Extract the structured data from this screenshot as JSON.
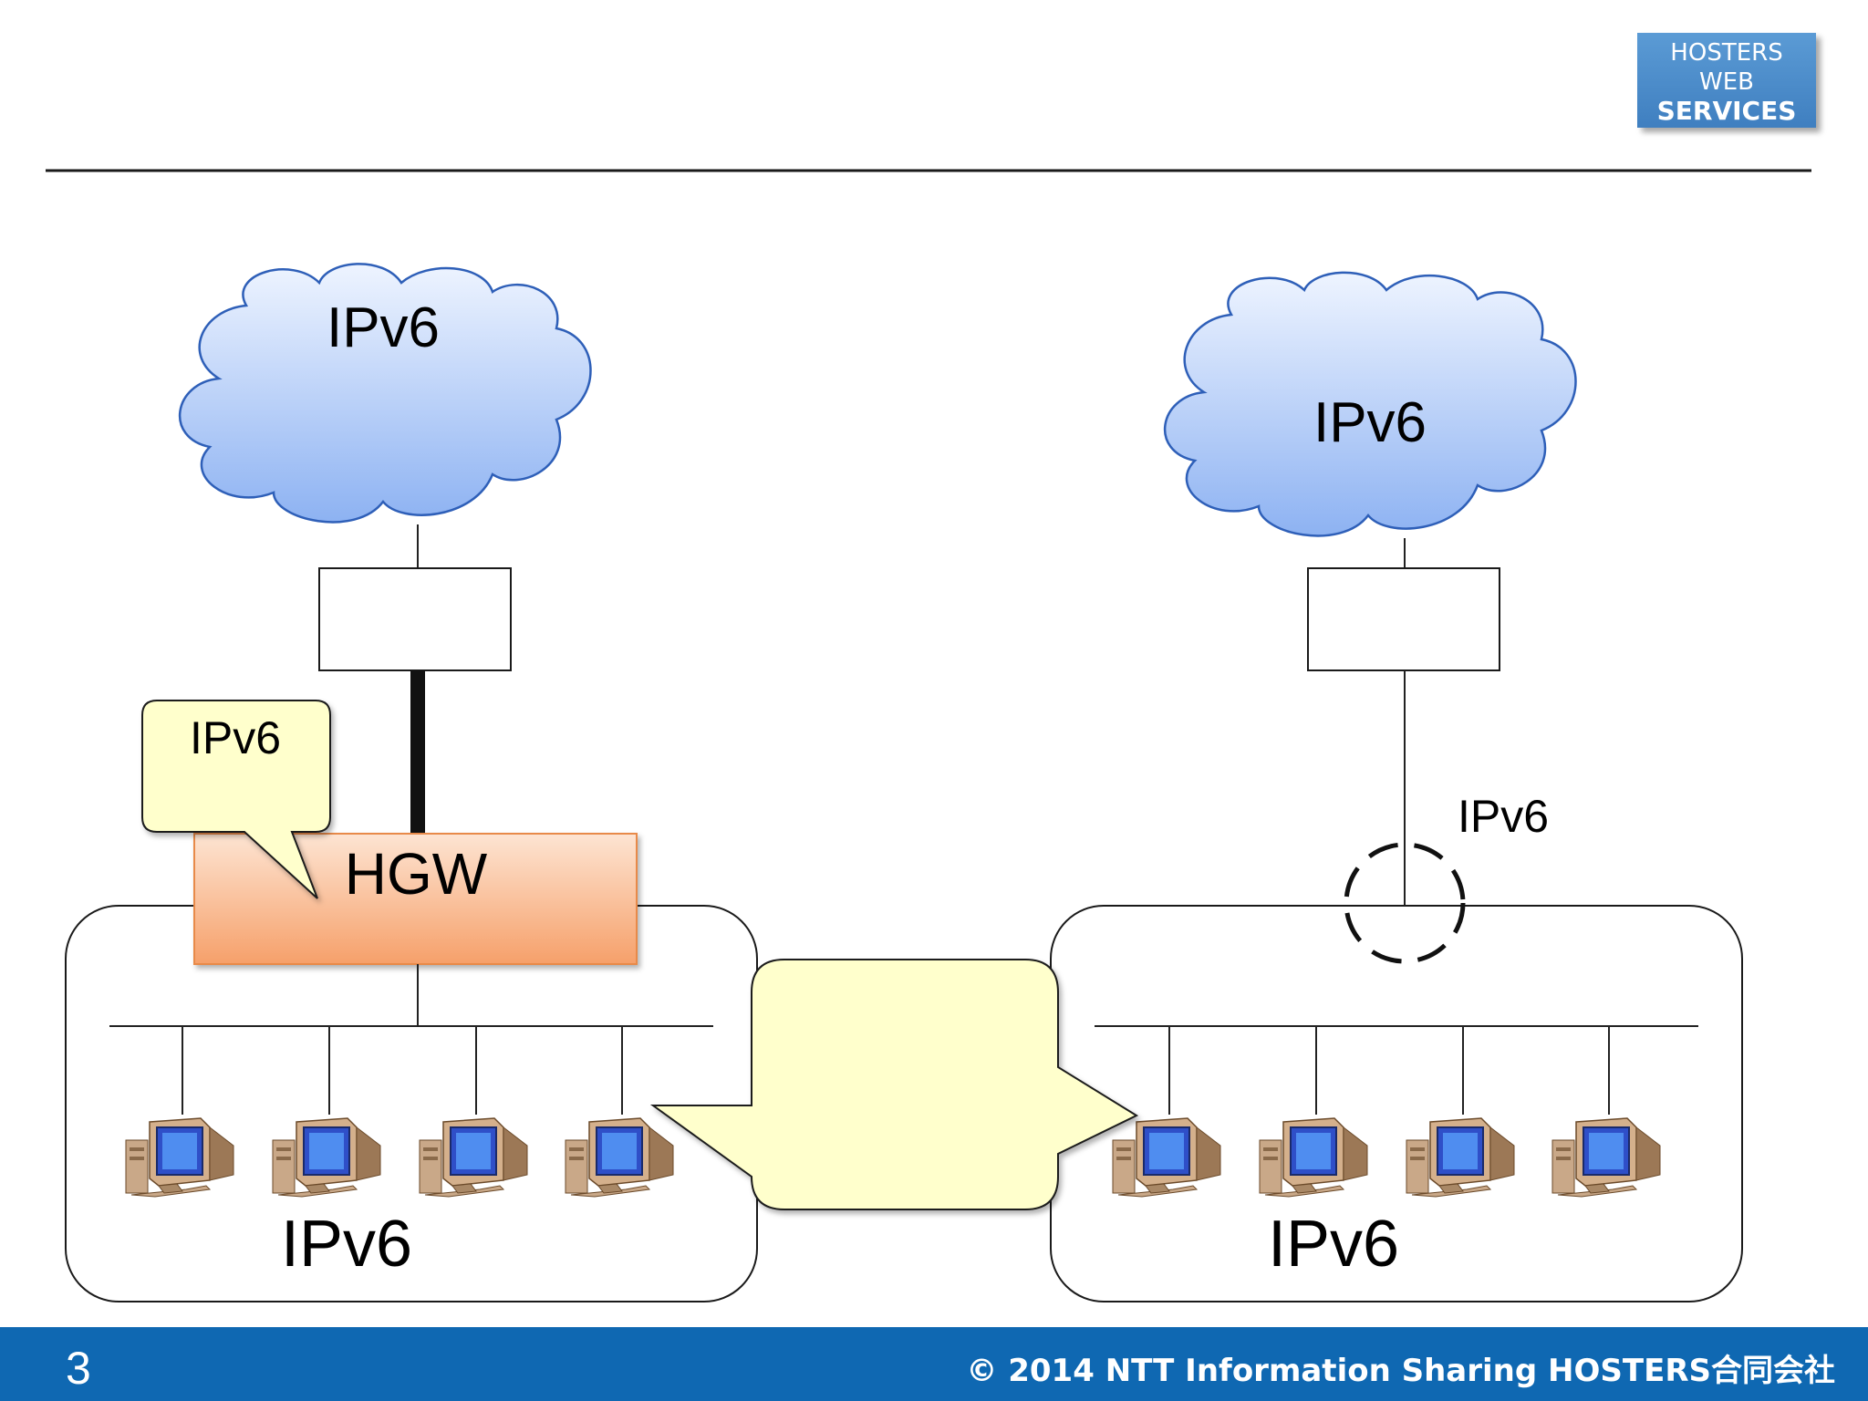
{
  "logo": {
    "line1": "HOSTERS",
    "line2": "WEB",
    "line3": "SERVICES"
  },
  "diagram": {
    "left_cloud_label": "IPv6",
    "right_cloud_label": "IPv6",
    "callout_label": "IPv6",
    "hgw_label": "HGW",
    "tunnel_label": "IPv6",
    "left_lan_label": "IPv6",
    "right_lan_label": "IPv6"
  },
  "footer": {
    "page_number": "3",
    "copyright": "© 2014 NTT Information Sharing  HOSTERS合同会社"
  }
}
